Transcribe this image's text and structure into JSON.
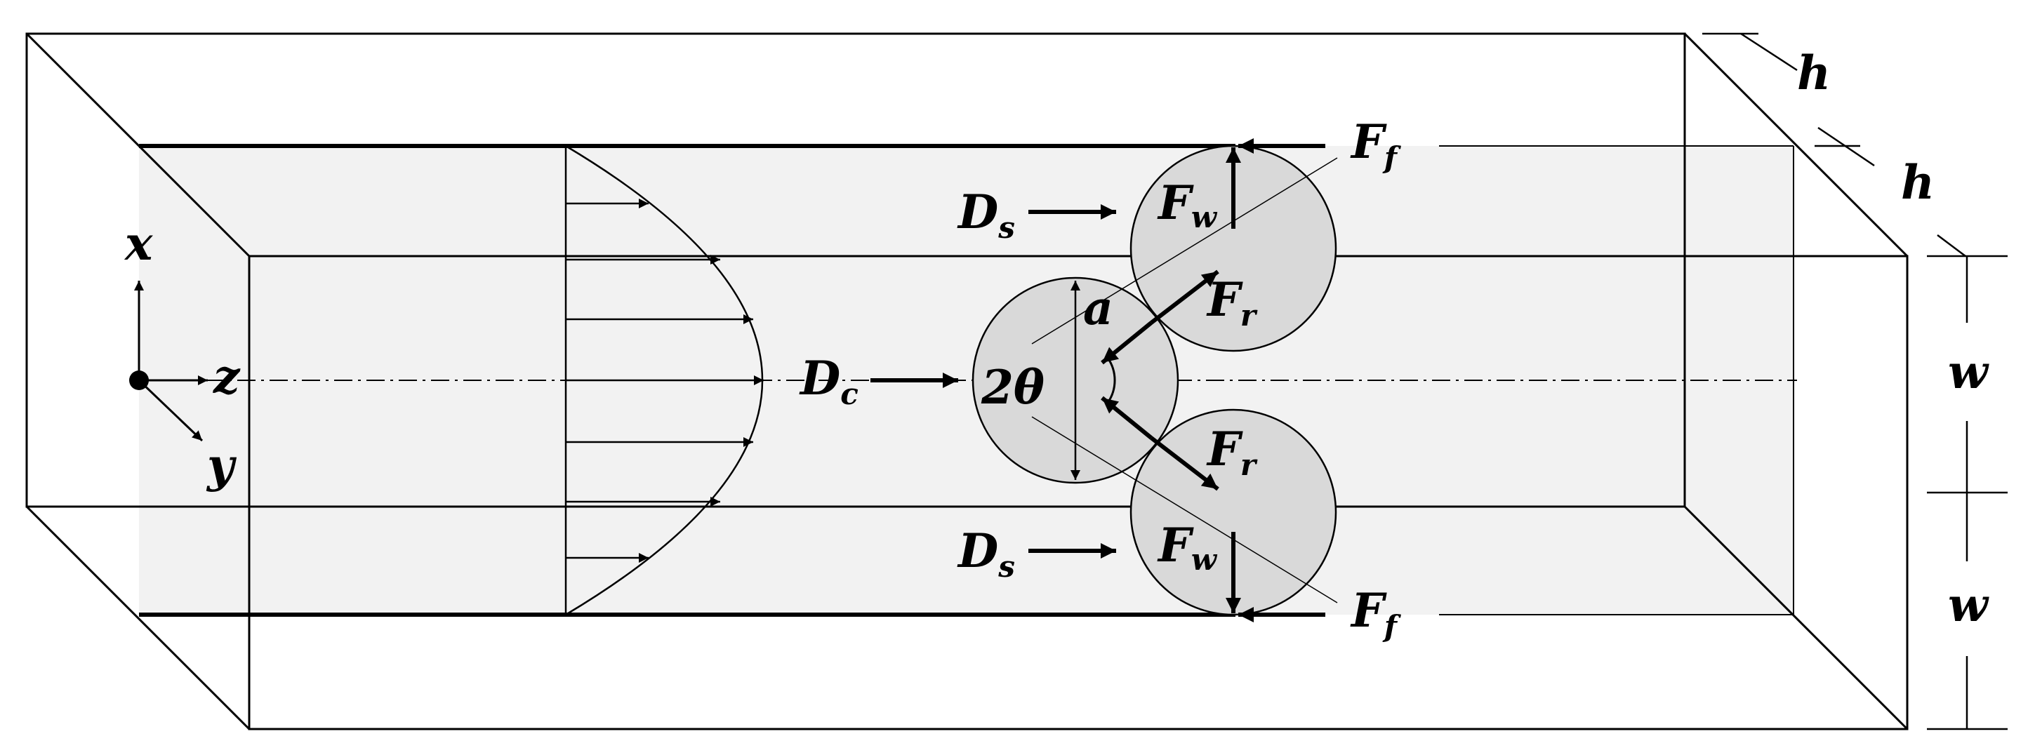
{
  "labels": {
    "h_top": "h",
    "h_bottom": "h",
    "w_top": "w",
    "w_bottom": "w",
    "axis_x": "x",
    "axis_y": "y",
    "axis_z": "z",
    "dc_main": "D",
    "dc_sub": "c",
    "ds_top_main": "D",
    "ds_top_sub": "s",
    "ds_bottom_main": "D",
    "ds_bottom_sub": "s",
    "ff_top_main": "F",
    "ff_top_sub": "f",
    "ff_bottom_main": "F",
    "ff_bottom_sub": "f",
    "fw_top_main": "F",
    "fw_top_sub": "w",
    "fw_bottom_main": "F",
    "fw_bottom_sub": "w",
    "fr_top_main": "F",
    "fr_top_sub": "r",
    "fr_bottom_main": "F",
    "fr_bottom_sub": "r",
    "radius": "a",
    "angle": "2θ"
  },
  "colors": {
    "stroke": "#000000",
    "channel_fill": "#f2f2f2",
    "particle_fill": "#d9d9d9"
  }
}
